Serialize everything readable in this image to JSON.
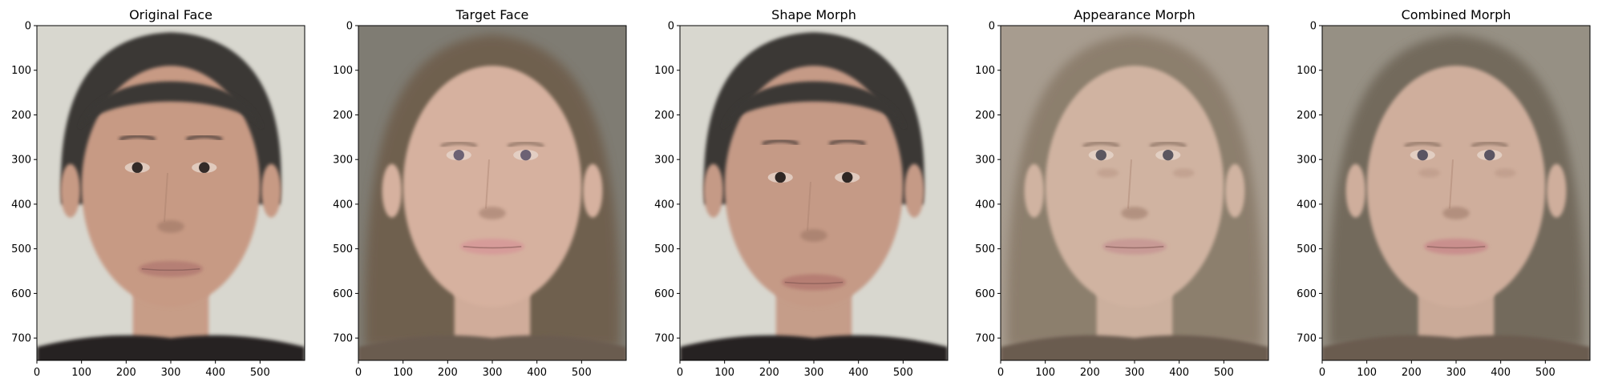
{
  "figure": {
    "panels": [
      {
        "id": "original",
        "title": "Original Face",
        "variant": "male",
        "bg": "#d8d7cf",
        "hair": "#3b3936",
        "skin": "#c79a84",
        "lips": "#b57f74",
        "eye": "#342b28",
        "ghost_eyes": false
      },
      {
        "id": "target",
        "title": "Target Face",
        "variant": "female",
        "bg": "#7f7c73",
        "hair": "#6e5d4b",
        "skin": "#d6b19f",
        "lips": "#d69b99",
        "eye": "#6c6274",
        "ghost_eyes": false
      },
      {
        "id": "shape",
        "title": "Shape Morph",
        "variant": "male",
        "bg": "#d8d7cf",
        "hair": "#3a3835",
        "skin": "#c59a86",
        "lips": "#b67e73",
        "eye": "#2f2724",
        "ghost_eyes": false
      },
      {
        "id": "appearance",
        "title": "Appearance Morph",
        "variant": "blend",
        "bg": "#a79c8f",
        "hair": "#8a7c6b",
        "skin": "#d0b3a1",
        "lips": "#c89a95",
        "eye": "#5b5760",
        "ghost_eyes": true
      },
      {
        "id": "combined",
        "title": "Combined Morph",
        "variant": "blend",
        "bg": "#969084",
        "hair": "#6f6659",
        "skin": "#cfae9c",
        "lips": "#c98f8d",
        "eye": "#5a5563",
        "ghost_eyes": true
      }
    ],
    "axes": {
      "x_ticks": [
        0,
        100,
        200,
        300,
        400,
        500
      ],
      "y_ticks": [
        0,
        100,
        200,
        300,
        400,
        500,
        600,
        700
      ],
      "x_range": [
        0,
        600
      ],
      "y_range": [
        0,
        750
      ]
    }
  }
}
